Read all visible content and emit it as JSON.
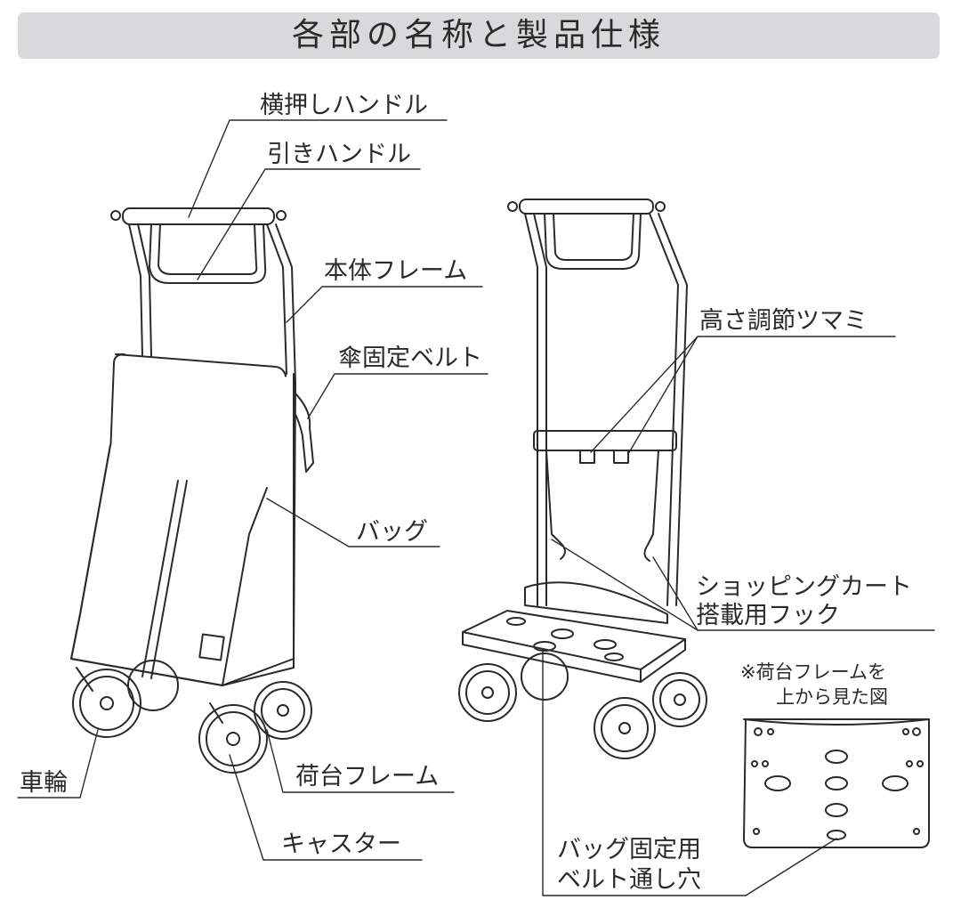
{
  "title": "各部の名称と製品仕様",
  "labels": {
    "yoko_oshi_handle": "横押しハンドル",
    "hiki_handle": "引きハンドル",
    "hontai_frame": "本体フレーム",
    "kasa_kotei_belt": "傘固定ベルト",
    "bag": "バッグ",
    "sharin": "車輪",
    "nidai_frame": "荷台フレーム",
    "caster": "キャスター",
    "takasa_chousetsu": "高さ調節ツマミ",
    "shopping_cart_line1": "ショッピングカート",
    "shopping_cart_line2": "搭載用フック",
    "note_line1": "※荷台フレームを",
    "note_line2": "上から見た図",
    "bag_belt_line1": "バッグ固定用",
    "bag_belt_line2": "ベルト通し穴"
  },
  "colors": {
    "title_bg": "#d9d9db",
    "ink": "#2a2a2a",
    "bag_fill": "#ffffff"
  }
}
